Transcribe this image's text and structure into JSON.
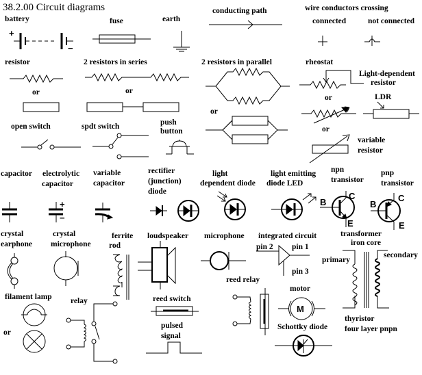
{
  "title": "38.2.00 Circuit diagrams",
  "labels": {
    "battery": "battery",
    "fuse": "fuse",
    "earth": "earth",
    "conducting_path": "conducting path",
    "wire_crossing": "wire conductors crossing",
    "connected": "connected",
    "not_connected": "not connected",
    "resistor": "resistor",
    "or": "or",
    "resistors_series": "2 resistors in series",
    "resistors_parallel": "2 resistors in parallel",
    "rheostat": "rheostat",
    "ldr_line1": "Light-dependent",
    "ldr_line2": "resistor",
    "ldr": "LDR",
    "variable_resistor_line1": "variable",
    "variable_resistor_line2": "resistor",
    "open_switch": "open switch",
    "spdt_switch": "spdt switch",
    "push_line1": "push",
    "push_line2": "button",
    "capacitor": "capacitor",
    "electrolytic_line1": "electrolytic",
    "electrolytic_line2": "capacitor",
    "variable_cap_line1": "variable",
    "variable_cap_line2": "capacitor",
    "rectifier_line1": "rectifier",
    "rectifier_line2": "(junction)",
    "rectifier_line3": "diode",
    "ldd_line1": "light",
    "ldd_line2": "dependent diode",
    "led_line1": "light emitting",
    "led_line2": "diode LED",
    "npn_line1": "npn",
    "npn_line2": "transistor",
    "pnp_line1": "pnp",
    "pnp_line2": "transistor",
    "crystal_earphone_line1": "crystal",
    "crystal_earphone_line2": "earphone",
    "crystal_mic_line1": "crystal",
    "crystal_mic_line2": "microphone",
    "ferrite_line1": "ferrite",
    "ferrite_line2": "rod",
    "loudspeaker": "loudspeaker",
    "microphone": "microphone",
    "integrated_circuit": "integrated circuit",
    "pin1": "pin 1",
    "pin2": "pin 2",
    "pin3": "pin 3",
    "transformer": "transformer",
    "iron_core": "iron core",
    "primary": "primary",
    "secondary": "secondary",
    "filament_lamp": "filament lamp",
    "relay": "relay",
    "reed_switch": "reed switch",
    "reed_relay": "reed relay",
    "motor": "motor",
    "motor_letter": "M",
    "schottky": "Schottky diode",
    "pulsed_line1": "pulsed",
    "pulsed_line2": "signal",
    "thyristor_line1": "thyristor",
    "thyristor_line2": "four layer pnpn",
    "plus": "+",
    "minus": "−",
    "B": "B",
    "C": "C",
    "E": "E"
  }
}
